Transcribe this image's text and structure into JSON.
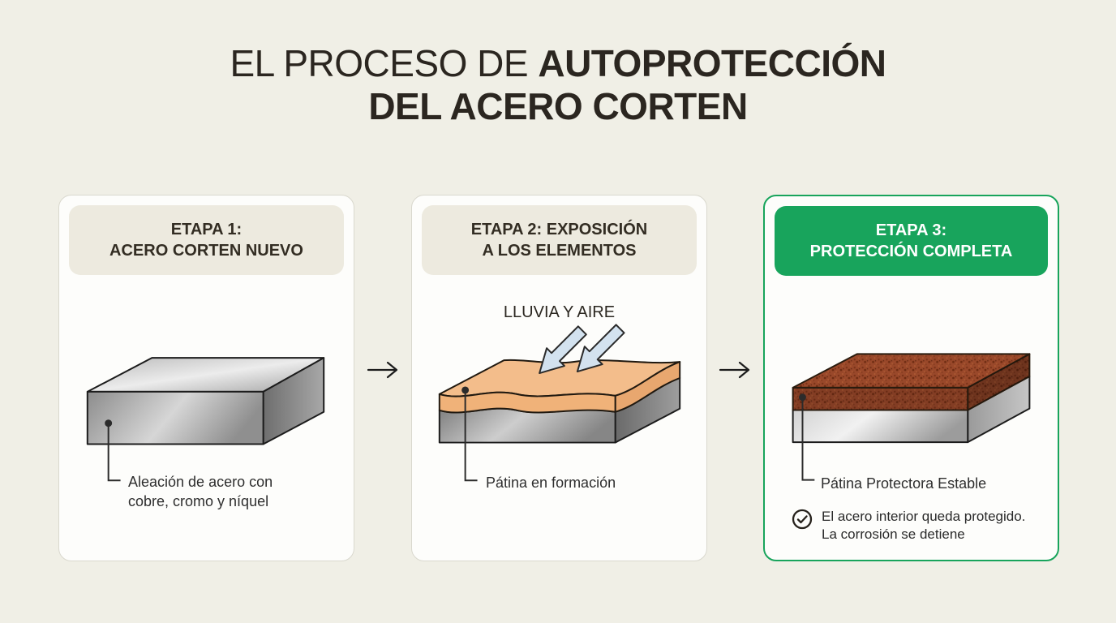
{
  "title": {
    "line1_light": "EL PROCESO DE ",
    "line1_bold": "AUTOPROTECCIÓN",
    "line2_bold": "DEL ACERO CORTEN"
  },
  "stages": [
    {
      "header_line1": "ETAPA 1:",
      "header_line2": "ACERO CORTEN NUEVO",
      "callout_line1": "Aleación de acero con",
      "callout_line2": "cobre, cromo y níquel"
    },
    {
      "header_line1": "ETAPA 2: EXPOSICIÓN",
      "header_line2": "A LOS ELEMENTOS",
      "annotation": "LLUVIA Y AIRE",
      "callout_line1": "Pátina en formación"
    },
    {
      "header_line1": "ETAPA 3:",
      "header_line2": "PROTECCIÓN COMPLETA",
      "callout_line1": "Pátina Protectora Estable",
      "note_line1": "El acero interior queda protegido.",
      "note_line2": "La corrosión se detiene"
    }
  ],
  "colors": {
    "page_bg": "#f0efe6",
    "card_bg": "#fdfdfb",
    "card_border": "#d9d8ce",
    "pill_bg": "#edeadf",
    "accent_green": "#18a45c",
    "title_text": "#2b2620",
    "body_text": "#2e2e2e",
    "steel_gray": "#9e9e9e",
    "patina_orange": "#f3bd8b",
    "rust_brown": "#99482a",
    "rain_arrow_blue": "#d3e2ef",
    "line_black": "#1c1c1c"
  },
  "icons": {
    "flow": "right-arrow-icon",
    "rain": "down-left-arrow-icon",
    "protected": "check-circle-icon"
  }
}
